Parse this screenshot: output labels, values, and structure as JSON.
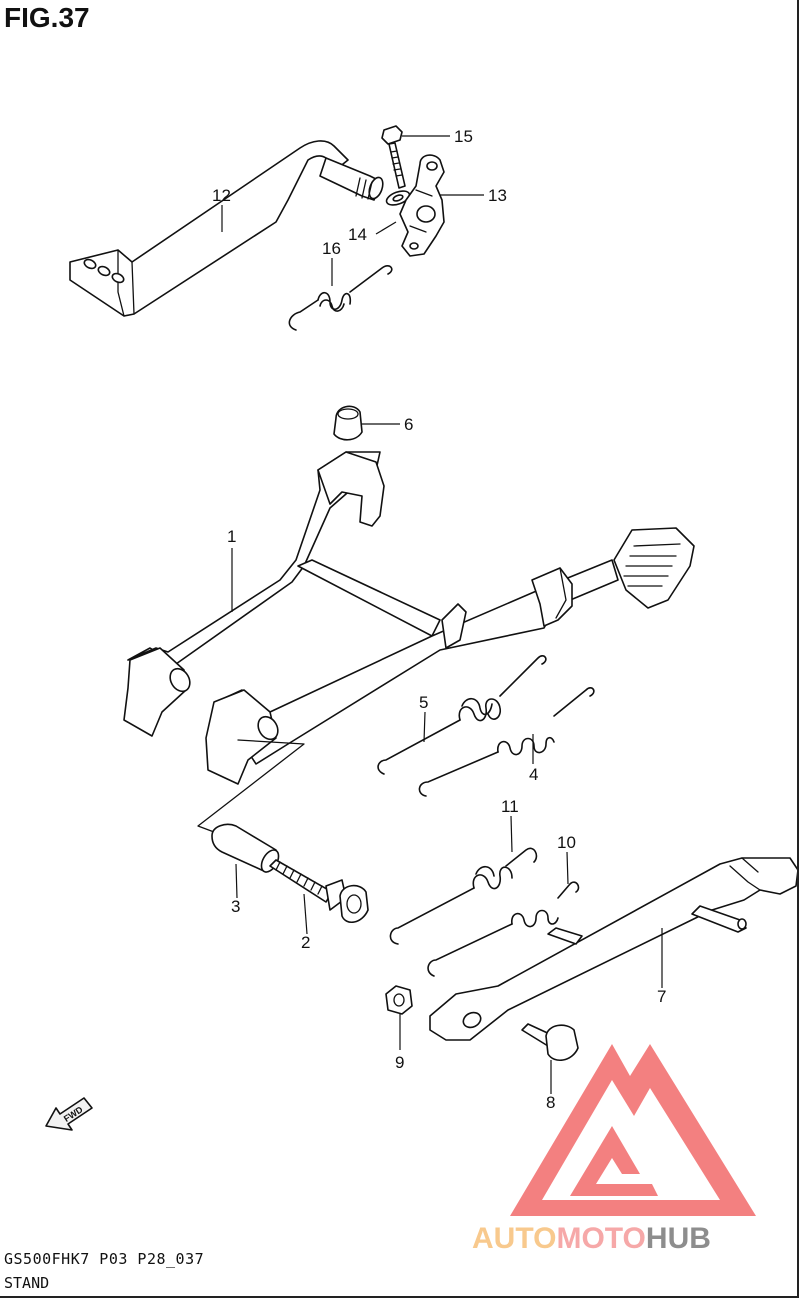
{
  "figure": {
    "title": "FIG.37"
  },
  "footer": {
    "model_code": "GS500FHK7 P03 P28_037",
    "section_name": "STAND"
  },
  "fwd_arrow": {
    "label": "FWD"
  },
  "callouts": [
    {
      "id": "c1",
      "label": "1"
    },
    {
      "id": "c2",
      "label": "2"
    },
    {
      "id": "c3",
      "label": "3"
    },
    {
      "id": "c4",
      "label": "4"
    },
    {
      "id": "c5",
      "label": "5"
    },
    {
      "id": "c6",
      "label": "6"
    },
    {
      "id": "c7",
      "label": "7"
    },
    {
      "id": "c8",
      "label": "8"
    },
    {
      "id": "c9",
      "label": "9"
    },
    {
      "id": "c10",
      "label": "10"
    },
    {
      "id": "c11",
      "label": "11"
    },
    {
      "id": "c12",
      "label": "12"
    },
    {
      "id": "c13",
      "label": "13"
    },
    {
      "id": "c14",
      "label": "14"
    },
    {
      "id": "c15",
      "label": "15"
    },
    {
      "id": "c16",
      "label": "16"
    }
  ],
  "watermark": {
    "part1": "AUTO",
    "part2": "MOTO",
    "part3": "HUB",
    "colors": {
      "auto": "#f7c07a",
      "moto": "#f59a9a",
      "hub": "#7a7a7a",
      "triangle": "#f26b6b"
    }
  }
}
